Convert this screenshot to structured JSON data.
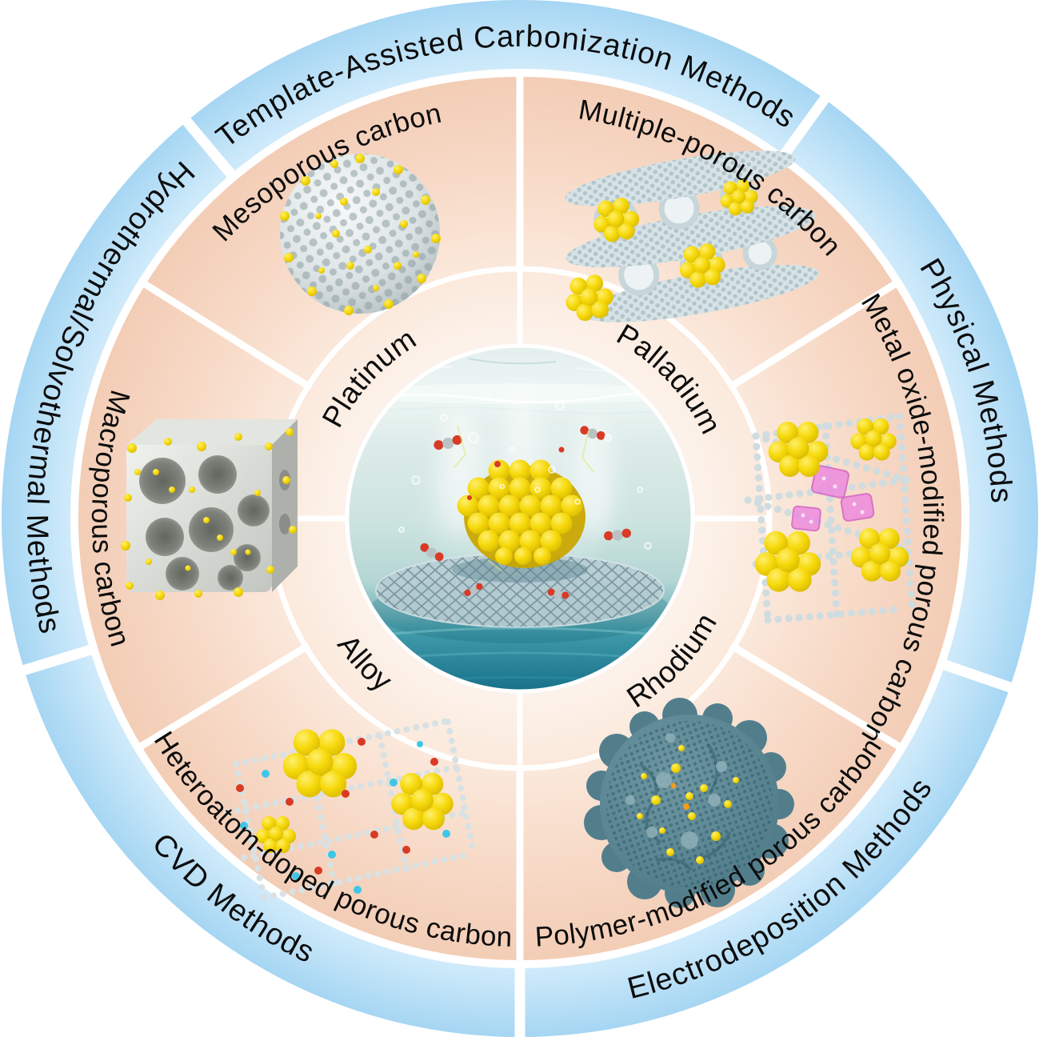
{
  "outer_ring": {
    "methods": [
      {
        "id": "template-assisted",
        "label": "Template-Assisted Carbonization Methods",
        "position": "top"
      },
      {
        "id": "physical",
        "label": "Physical Methods",
        "position": "right"
      },
      {
        "id": "electrodeposition",
        "label": "Electrodeposition Methods",
        "position": "bottom-right"
      },
      {
        "id": "cvd",
        "label": "CVD Methods",
        "position": "bottom-left"
      },
      {
        "id": "hydrothermal-solvothermal",
        "label": "Hydrothermal/Solvothermal Methods",
        "position": "left"
      }
    ]
  },
  "middle_ring": {
    "carbon_types": [
      {
        "id": "mesoporous",
        "label": "Mesoporous carbon",
        "position": "top-left"
      },
      {
        "id": "multiple-porous",
        "label": "Multiple-porous carbon",
        "position": "top-right"
      },
      {
        "id": "metal-oxide-modified",
        "label": "Metal oxide-modified porous carbon",
        "position": "right"
      },
      {
        "id": "polymer-modified",
        "label": "Polymer-modified porous carbon",
        "position": "bottom-right"
      },
      {
        "id": "heteroatom-doped",
        "label": "Heteroatom-doped porous carbon",
        "position": "bottom-left"
      },
      {
        "id": "macroporous",
        "label": "Macroporous carbon",
        "position": "left"
      }
    ]
  },
  "inner_ring": {
    "metals": [
      {
        "id": "platinum",
        "label": "Platinum",
        "position": "upper-left"
      },
      {
        "id": "palladium",
        "label": "Palladium",
        "position": "upper-right"
      },
      {
        "id": "rhodium",
        "label": "Rhodium",
        "position": "lower-right"
      },
      {
        "id": "alloy",
        "label": "Alloy",
        "position": "lower-left"
      }
    ]
  },
  "colors": {
    "outer_ring_blue": "#b5ddf5",
    "divider_white": "#ffffff",
    "mid_ring_peach_edge": "#f3cdb6",
    "mid_ring_peach_center": "#fdf5ef",
    "label_text": "#0c0c0c",
    "nanoparticle_yellow": "#f0d400",
    "metal_oxide_pink": "#ee86df",
    "polymer_teal": "#527e8c",
    "heteroatom_red": "#d93a25",
    "heteroatom_cyan": "#3fc6e6",
    "carbon_gray": "#cfdce0",
    "water_teal": "#17718a"
  }
}
